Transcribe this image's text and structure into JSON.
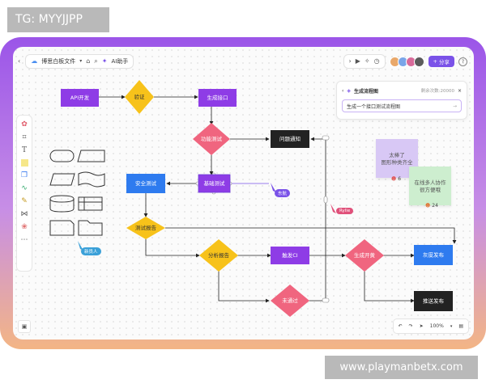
{
  "watermarks": {
    "top_left": "TG: MYYJJPP",
    "bottom_right": "www.playmanbetx.com"
  },
  "topbar": {
    "back_icon": "chevron-left-icon",
    "cloud_icon": "cloud-icon",
    "doc_name": "博思白板文件",
    "doc_dropdown_icon": "chevron-down-icon",
    "tag_icon": "tag-icon",
    "search_icon": "search-icon",
    "ai_label": "AI助手"
  },
  "right_tools": {
    "share_label": "分享",
    "help_icon": "help-icon"
  },
  "left_toolbar": {
    "icons": [
      "palette-icon",
      "crop-icon",
      "text-icon",
      "sticky-note-icon",
      "shapes-icon",
      "connector-icon",
      "pen-icon",
      "mindmap-icon",
      "more-icon"
    ]
  },
  "ai_panel": {
    "title": "生成流程图",
    "quota": "剩余次数:20000",
    "close_icon": "close-icon",
    "input_text": "生成一个接口测试流程图",
    "send_icon": "send-icon"
  },
  "flowchart": {
    "nodes": {
      "api_dev": "API开发",
      "verify": "验证",
      "gen_interface": "生成接口",
      "func_test": "功能测试",
      "issue_notify": "问题通知",
      "security_test": "安全测试",
      "basic_test": "基础测试",
      "test_report": "测试报告",
      "analysis_report": "分析报告",
      "trigger_ci": "触发CI",
      "gen_pass": "生成开黄",
      "gray_release": "灰度发布",
      "failed": "未通过",
      "push_release": "推送发布"
    }
  },
  "stickies": [
    {
      "text": "太棒了\n图形种类齐全",
      "reaction": "6"
    },
    {
      "text": "在线多人协作\n很方便哦",
      "reaction": "24"
    }
  ],
  "cursors": [
    {
      "label": "东航"
    },
    {
      "label": "Rylie"
    },
    {
      "label": "新员人"
    }
  ],
  "bottom_bar": {
    "undo_icon": "undo-icon",
    "redo_icon": "redo-icon",
    "pointer_icon": "pointer-icon",
    "zoom": "100%",
    "minimap_icon": "minimap-icon"
  },
  "colors": {
    "purple": "#8e3ce6",
    "yellow": "#f7c21a",
    "pink": "#f0657f",
    "blue": "#2e7bef",
    "dark": "#222222",
    "accent": "#7a52e8"
  }
}
